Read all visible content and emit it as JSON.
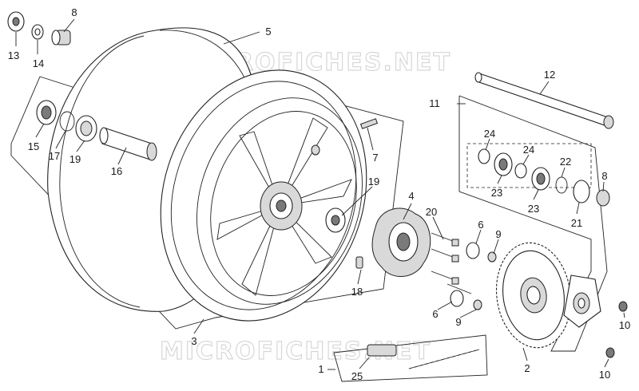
{
  "watermark": "MICROFICHES.NET",
  "callouts": [
    {
      "id": "c13",
      "label": "13"
    },
    {
      "id": "c14",
      "label": "14"
    },
    {
      "id": "c8a",
      "label": "8"
    },
    {
      "id": "c5",
      "label": "5"
    },
    {
      "id": "c15",
      "label": "15"
    },
    {
      "id": "c17",
      "label": "17"
    },
    {
      "id": "c19a",
      "label": "19"
    },
    {
      "id": "c16",
      "label": "16"
    },
    {
      "id": "c7",
      "label": "7"
    },
    {
      "id": "c19b",
      "label": "19"
    },
    {
      "id": "c3",
      "label": "3"
    },
    {
      "id": "c4",
      "label": "4"
    },
    {
      "id": "c18",
      "label": "18"
    },
    {
      "id": "c20",
      "label": "20"
    },
    {
      "id": "c6a",
      "label": "6"
    },
    {
      "id": "c9a",
      "label": "9"
    },
    {
      "id": "c6b",
      "label": "6"
    },
    {
      "id": "c9b",
      "label": "9"
    },
    {
      "id": "c11",
      "label": "11"
    },
    {
      "id": "c12",
      "label": "12"
    },
    {
      "id": "c24a",
      "label": "24"
    },
    {
      "id": "c24b",
      "label": "24"
    },
    {
      "id": "c22",
      "label": "22"
    },
    {
      "id": "c8b",
      "label": "8"
    },
    {
      "id": "c23a",
      "label": "23"
    },
    {
      "id": "c23b",
      "label": "23"
    },
    {
      "id": "c21",
      "label": "21"
    },
    {
      "id": "c10a",
      "label": "10"
    },
    {
      "id": "c10b",
      "label": "10"
    },
    {
      "id": "c2",
      "label": "2"
    },
    {
      "id": "c1",
      "label": "1"
    },
    {
      "id": "c25",
      "label": "25"
    }
  ]
}
